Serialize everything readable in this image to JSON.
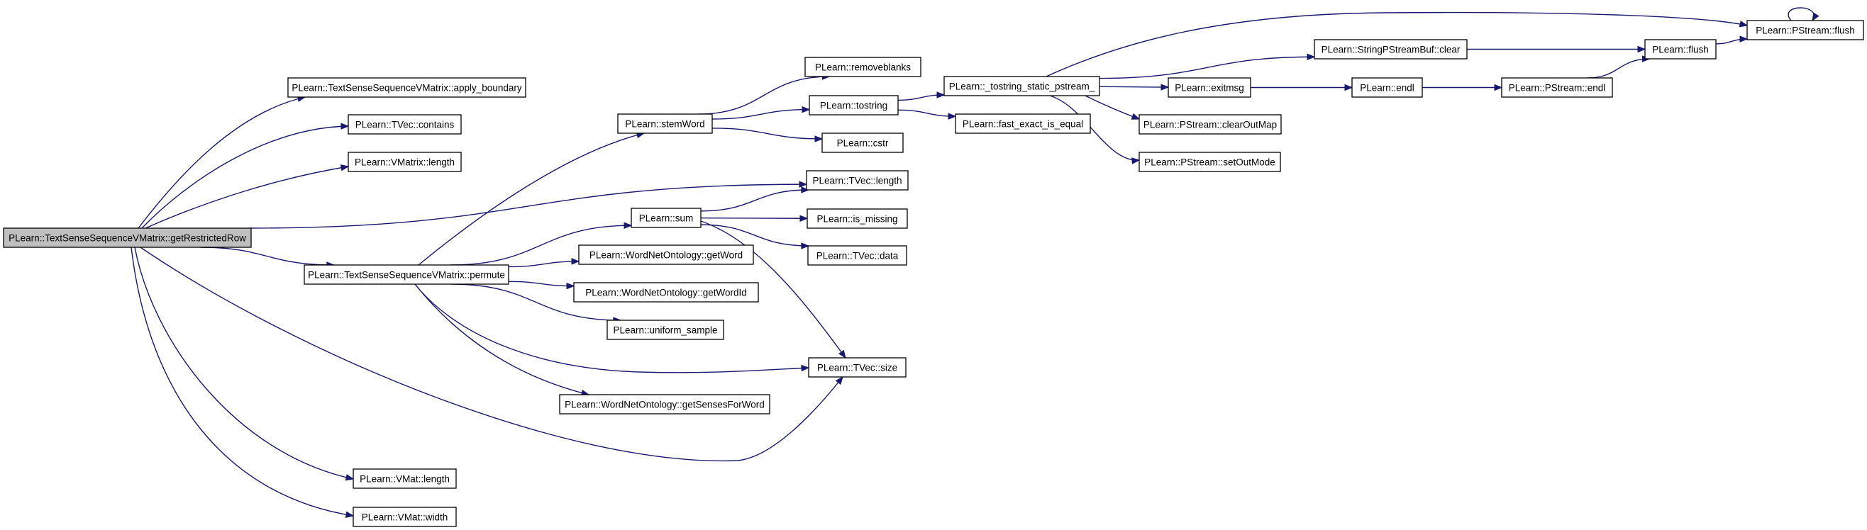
{
  "nodes": [
    {
      "id": "root",
      "label": "PLearn::TextSenseSequenceVMatrix::getRestrictedRow",
      "root": true
    },
    {
      "id": "apply_boundary",
      "label": "PLearn::TextSenseSequenceVMatrix::apply_boundary"
    },
    {
      "id": "tvec_contains",
      "label": "PLearn::TVec::contains"
    },
    {
      "id": "vmatrix_length",
      "label": "PLearn::VMatrix::length"
    },
    {
      "id": "permute",
      "label": "PLearn::TextSenseSequenceVMatrix::permute"
    },
    {
      "id": "vmat_length",
      "label": "PLearn::VMat::length"
    },
    {
      "id": "vmat_width",
      "label": "PLearn::VMat::width"
    },
    {
      "id": "removeblanks",
      "label": "PLearn::removeblanks"
    },
    {
      "id": "stemword",
      "label": "PLearn::stemWord"
    },
    {
      "id": "tostring",
      "label": "PLearn::tostring"
    },
    {
      "id": "cstr",
      "label": "PLearn::cstr"
    },
    {
      "id": "tvec_length",
      "label": "PLearn::TVec::length"
    },
    {
      "id": "sum",
      "label": "PLearn::sum"
    },
    {
      "id": "is_missing",
      "label": "PLearn::is_missing"
    },
    {
      "id": "getword",
      "label": "PLearn::WordNetOntology::getWord"
    },
    {
      "id": "tvec_data",
      "label": "PLearn::TVec::data"
    },
    {
      "id": "getwordid",
      "label": "PLearn::WordNetOntology::getWordId"
    },
    {
      "id": "uniform_sample",
      "label": "PLearn::uniform_sample"
    },
    {
      "id": "tvec_size",
      "label": "PLearn::TVec::size"
    },
    {
      "id": "getsenses",
      "label": "PLearn::WordNetOntology::getSensesForWord"
    },
    {
      "id": "tostring_static",
      "label": "PLearn::_tostring_static_pstream_"
    },
    {
      "id": "fast_exact",
      "label": "PLearn::fast_exact_is_equal"
    },
    {
      "id": "spsb_clear",
      "label": "PLearn::StringPStreamBuf::clear"
    },
    {
      "id": "exitmsg",
      "label": "PLearn::exitmsg"
    },
    {
      "id": "clearoutmap",
      "label": "PLearn::PStream::clearOutMap"
    },
    {
      "id": "setoutmode",
      "label": "PLearn::PStream::setOutMode"
    },
    {
      "id": "flush",
      "label": "PLearn::flush"
    },
    {
      "id": "endl",
      "label": "PLearn::endl"
    },
    {
      "id": "pstream_endl",
      "label": "PLearn::PStream::endl"
    },
    {
      "id": "pstream_flush",
      "label": "PLearn::PStream::flush"
    }
  ],
  "edges": [
    [
      "root",
      "apply_boundary"
    ],
    [
      "root",
      "tvec_contains"
    ],
    [
      "root",
      "vmatrix_length"
    ],
    [
      "root",
      "tvec_length"
    ],
    [
      "root",
      "permute"
    ],
    [
      "root",
      "tvec_size"
    ],
    [
      "root",
      "vmat_length"
    ],
    [
      "root",
      "vmat_width"
    ],
    [
      "permute",
      "stemword"
    ],
    [
      "permute",
      "sum"
    ],
    [
      "permute",
      "getword"
    ],
    [
      "permute",
      "getwordid"
    ],
    [
      "permute",
      "uniform_sample"
    ],
    [
      "permute",
      "tvec_size"
    ],
    [
      "permute",
      "getsenses"
    ],
    [
      "stemword",
      "removeblanks"
    ],
    [
      "stemword",
      "tostring"
    ],
    [
      "stemword",
      "cstr"
    ],
    [
      "sum",
      "tvec_length"
    ],
    [
      "sum",
      "is_missing"
    ],
    [
      "sum",
      "tvec_data"
    ],
    [
      "sum",
      "tvec_size"
    ],
    [
      "tostring",
      "tostring_static"
    ],
    [
      "tostring",
      "fast_exact"
    ],
    [
      "tostring_static",
      "pstream_flush"
    ],
    [
      "tostring_static",
      "spsb_clear"
    ],
    [
      "tostring_static",
      "exitmsg"
    ],
    [
      "tostring_static",
      "clearoutmap"
    ],
    [
      "tostring_static",
      "setoutmode"
    ],
    [
      "spsb_clear",
      "flush"
    ],
    [
      "exitmsg",
      "endl"
    ],
    [
      "endl",
      "pstream_endl"
    ],
    [
      "pstream_endl",
      "flush"
    ],
    [
      "flush",
      "pstream_flush"
    ],
    [
      "pstream_flush",
      "pstream_flush"
    ]
  ]
}
